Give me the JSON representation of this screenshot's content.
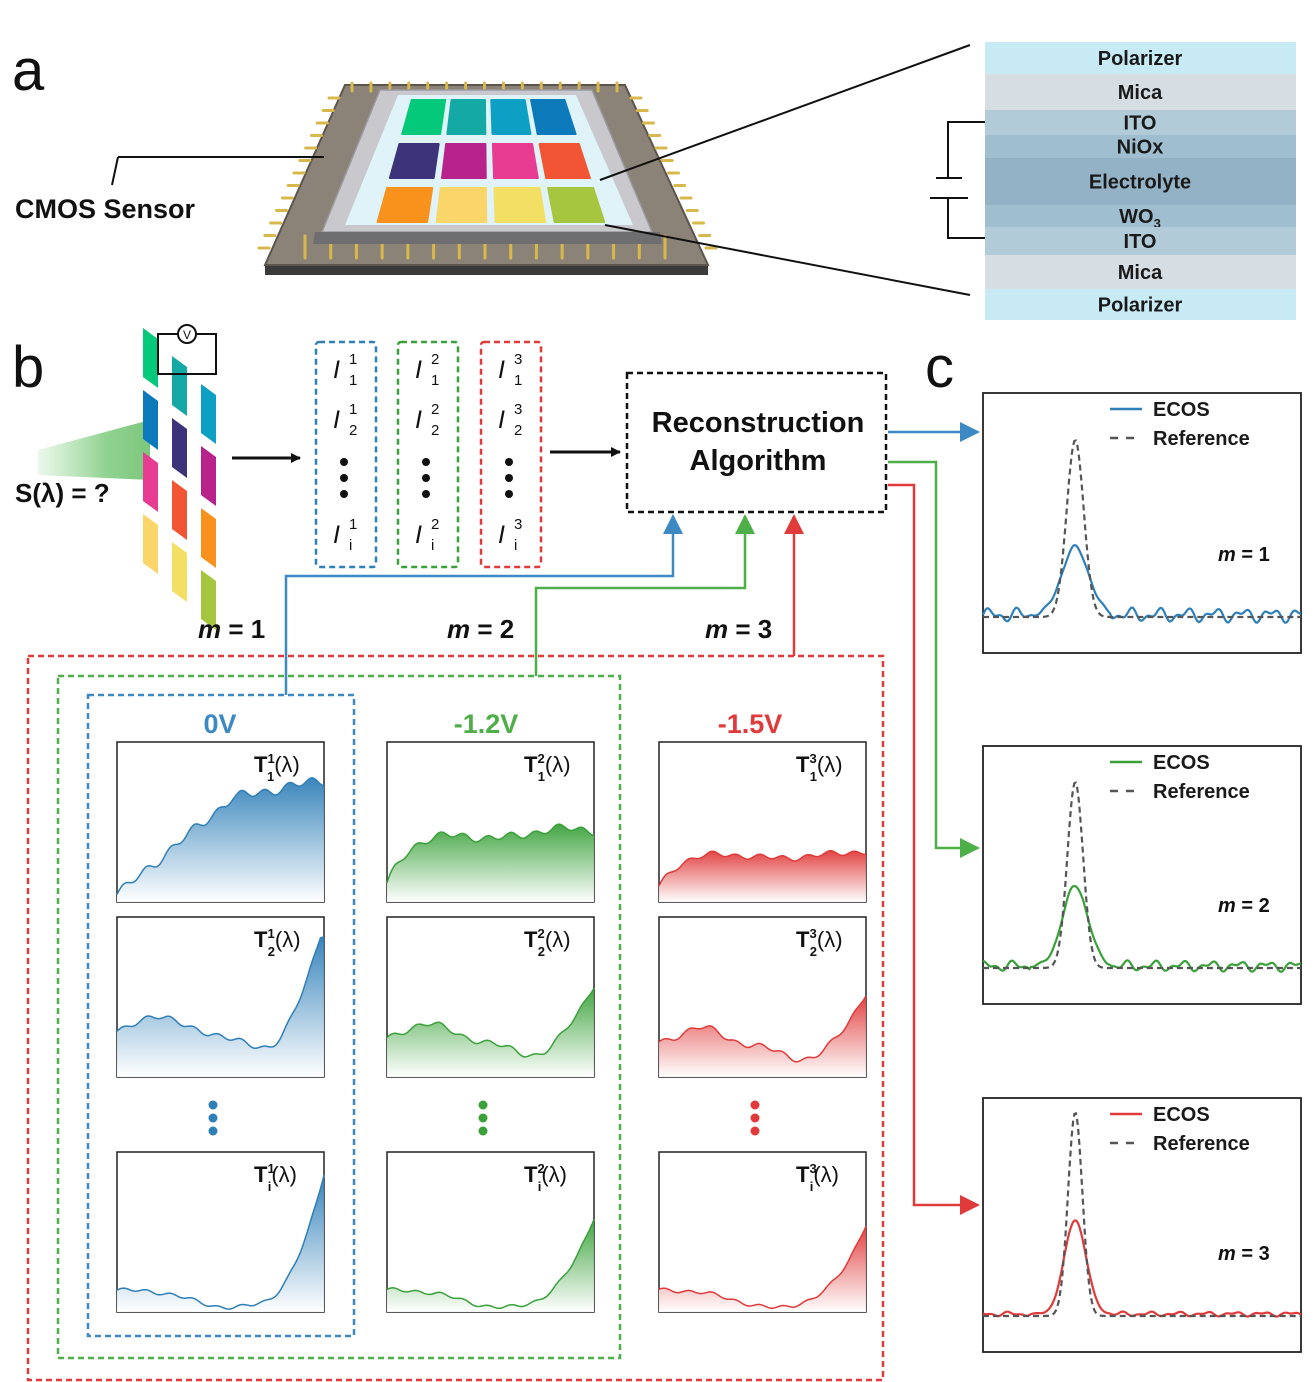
{
  "panels": {
    "a": "a",
    "b": "b",
    "c": "c"
  },
  "panel_a": {
    "cmos_label": "CMOS Sensor",
    "pixel_colors": [
      "#04c97a",
      "#14a9a4",
      "#0ea0c4",
      "#0c79ba",
      "#3d337a",
      "#b8228b",
      "#e83c93",
      "#f25533",
      "#f8921c",
      "#fad56a",
      "#f2df64",
      "#a6c63f"
    ],
    "stack_layers": [
      {
        "label": "Polarizer",
        "color": "#c8eaf5"
      },
      {
        "label": "Mica",
        "color": "#d6dde3"
      },
      {
        "label": "ITO",
        "color": "#b2cbd9"
      },
      {
        "label": "NiOx",
        "color": "#9fbfd0"
      },
      {
        "label": "Electrolyte",
        "color": "#94b2c6"
      },
      {
        "label": "WO",
        "color": "#9fbfd0",
        "sub": "3"
      },
      {
        "label": "ITO",
        "color": "#b2cbd9"
      },
      {
        "label": "Mica",
        "color": "#d6dde3"
      },
      {
        "label": "Polarizer",
        "color": "#c8eaf5"
      }
    ]
  },
  "panel_b": {
    "unknown_spectrum": "S(λ) = ?",
    "voltmeter": "V",
    "measurements": [
      {
        "sup": "1",
        "subs": [
          "1",
          "2",
          "i"
        ],
        "color": "#2f7fb8"
      },
      {
        "sup": "2",
        "subs": [
          "1",
          "2",
          "i"
        ],
        "color": "#3aa13a"
      },
      {
        "sup": "3",
        "subs": [
          "1",
          "2",
          "i"
        ],
        "color": "#e03a3a"
      }
    ],
    "intensity_symbol": "I",
    "algorithm_line1": "Reconstruction",
    "algorithm_line2": "Algorithm",
    "m_labels": [
      {
        "m": "m",
        "eq": " = 1"
      },
      {
        "m": "m",
        "eq": " = 2"
      },
      {
        "m": "m",
        "eq": " = 3"
      }
    ],
    "voltages": [
      {
        "label": "0V",
        "color": "#3d89c3"
      },
      {
        "label": "-1.2V",
        "color": "#4eae48"
      },
      {
        "label": "-1.5V",
        "color": "#e03a3a"
      }
    ],
    "transmission_symbol": "T",
    "lambda_suffix": "(λ)",
    "transmission_rows": [
      "1",
      "2",
      "i"
    ]
  },
  "panel_c": {
    "legend_series": "ECOS",
    "legend_reference": "Reference",
    "series_colors": [
      "#2f7fb8",
      "#3aa13a",
      "#e03a3a"
    ],
    "reference_color": "#555555",
    "m_symbol": "m",
    "m_values": [
      "1",
      "2",
      "3"
    ]
  }
}
